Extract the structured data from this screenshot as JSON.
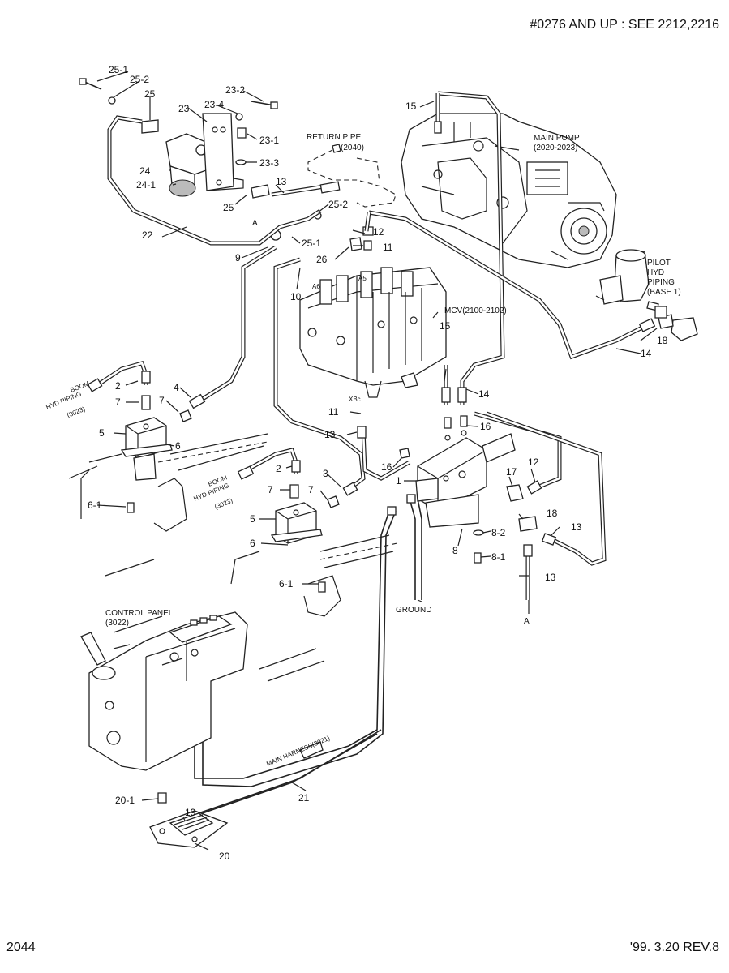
{
  "header": {
    "note": "#0276 AND UP : SEE 2212,2216"
  },
  "footer": {
    "page_number": "2044",
    "revision": "'99. 3.20 REV.8"
  },
  "callouts": {
    "main_pump": "MAIN PUMP",
    "main_pump_ref": "(2020-2023)",
    "return_pipe": "RETURN PIPE",
    "return_pipe_ref": "(2040)",
    "pilot_1": "PILOT",
    "pilot_2": "HYD",
    "pilot_3": "PIPING",
    "pilot_4": "(BASE 1)",
    "mcv": "MCV(2100-2102)",
    "boom_1": "BOOM",
    "boom_2": "HYD PIPING",
    "boom_3": "(3023)",
    "boom_b1": "BOOM",
    "boom_b2": "HYD PIPING",
    "boom_b3": "(3023)",
    "control_panel": "CONTROL PANEL",
    "control_panel_ref": "(3022)",
    "ground": "GROUND",
    "main_harness": "MAIN HARNESS(3021)",
    "a_upper": "A",
    "a_lower": "A",
    "port_a6": "A6",
    "port_a5": "A5",
    "port_xb": "XBc"
  },
  "part_labels": {
    "p25_1a": "25-1",
    "p25_2a": "25-2",
    "p25a": "25",
    "p23": "23",
    "p23_4": "23-4",
    "p23_2": "23-2",
    "p23_1": "23-1",
    "p23_3": "23-3",
    "p24": "24",
    "p24_1": "24-1",
    "p25b": "25",
    "p13a": "13",
    "p25_2b": "25-2",
    "p12a": "12",
    "p22": "22",
    "p25_1b": "25-1",
    "p11a": "11",
    "p9": "9",
    "p26": "26",
    "p10": "10",
    "p15a": "15",
    "p15b": "15",
    "p14a": "14",
    "p18a": "18",
    "p14b": "14",
    "p2a": "2",
    "p4": "4",
    "p7a": "7",
    "p7b": "7",
    "p5a": "5",
    "p6a": "6",
    "p6_1a": "6-1",
    "p11b": "11",
    "p13b": "13",
    "p16a": "16",
    "p16b": "16",
    "p2b": "2",
    "p3": "3",
    "p7c": "7",
    "p7d": "7",
    "p1": "1",
    "p17": "17",
    "p12b": "12",
    "p5b": "5",
    "p6b": "6",
    "p18b": "18",
    "p8_2": "8-2",
    "p13c": "13",
    "p8": "8",
    "p8_1": "8-1",
    "p13d": "13",
    "p6_1b": "6-1",
    "p20_1": "20-1",
    "p19": "19",
    "p21": "21",
    "p20": "20"
  }
}
